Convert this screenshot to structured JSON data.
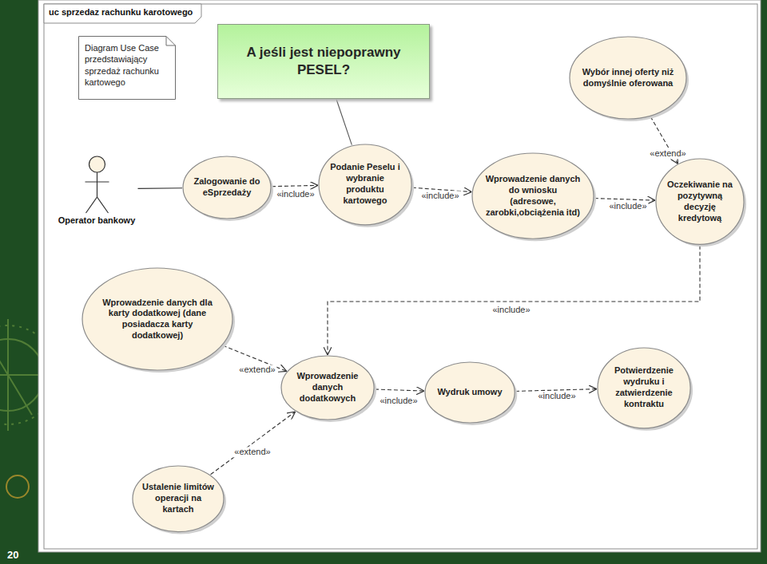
{
  "diagram": {
    "title": "uc sprzedaz rachunku karotowego",
    "nodes": [
      {
        "text": [
          "Diagram Use Case przedstawiający sprzedaż rachunku kartowego"
        ]
      },
      {
        "text": [
          "A jeśli jest niepoprawny PESEL?"
        ]
      },
      {
        "text": [
          "Wybór innej oferty niż domyślnie oferowana"
        ]
      },
      {
        "text": [
          "Operator bankowy"
        ]
      },
      {
        "text": [
          "Zalogowanie do eSprzedaży"
        ]
      },
      {
        "text": [
          "Podanie Peselu i wybranie produktu kartowego"
        ]
      },
      {
        "text": [
          "Wprowadzenie danych do wniosku (adresowe, zarobki,obciążenia itd)"
        ]
      },
      {
        "text": [
          "Oczekiwanie na pozytywną decyzję kredytową"
        ]
      },
      {
        "text": [
          "Wprowadzenie danych dla karty dodatkowej (dane posiadacza karty dodatkowej)"
        ]
      },
      {
        "text": [
          "Wprowadzenie danych dodatkowych"
        ]
      },
      {
        "text": [
          "Wydruk umowy"
        ]
      },
      {
        "text": [
          "Potwierdzenie wydruku i zatwierdzenie kontraktu"
        ]
      },
      {
        "text": [
          "Ustalenie limitów operacji na kartach"
        ]
      }
    ],
    "edges": [
      {
        "from": 3,
        "to": 4,
        "arrow": "none"
      },
      {
        "from": 1,
        "to": 5,
        "arrow": "none"
      },
      {
        "from": 4,
        "to": 5,
        "label": "«include»",
        "arrow": "to"
      },
      {
        "from": 5,
        "to": 6,
        "label": "«include»",
        "arrow": "to"
      },
      {
        "from": 6,
        "to": 7,
        "label": "«include»",
        "arrow": "to"
      },
      {
        "from": 2,
        "to": 7,
        "label": "«extend»",
        "arrow": "to"
      },
      {
        "from": 7,
        "to": 9,
        "label": "«include»",
        "arrow": "to"
      },
      {
        "from": 8,
        "to": 9,
        "label": "«extend»",
        "arrow": "to"
      },
      {
        "from": 12,
        "to": 9,
        "label": "«extend»",
        "arrow": "to"
      },
      {
        "from": 9,
        "to": 10,
        "label": "«include»",
        "arrow": "to"
      },
      {
        "from": 10,
        "to": 11,
        "label": "«include»",
        "arrow": "to"
      }
    ],
    "labels": [
      "20"
    ]
  }
}
